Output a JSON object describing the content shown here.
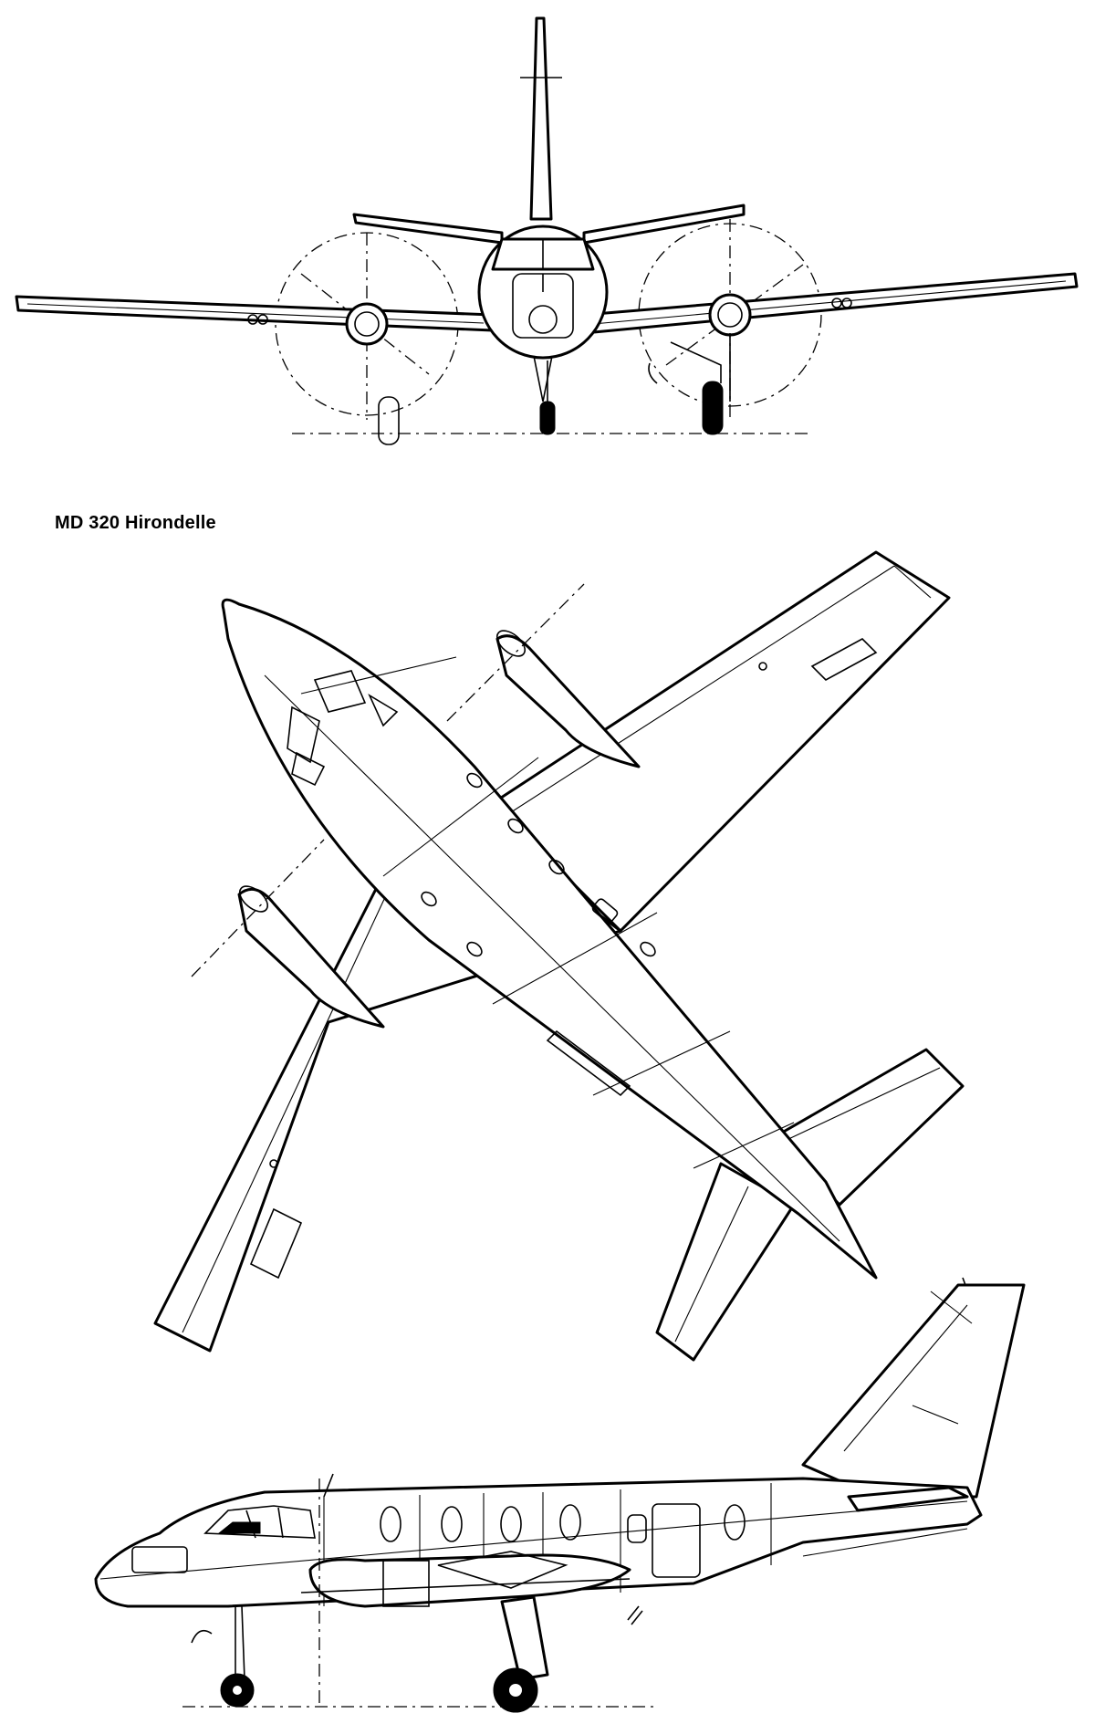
{
  "caption": "MD 320 Hirondelle",
  "views": [
    "front-view",
    "plan-view",
    "side-view"
  ]
}
